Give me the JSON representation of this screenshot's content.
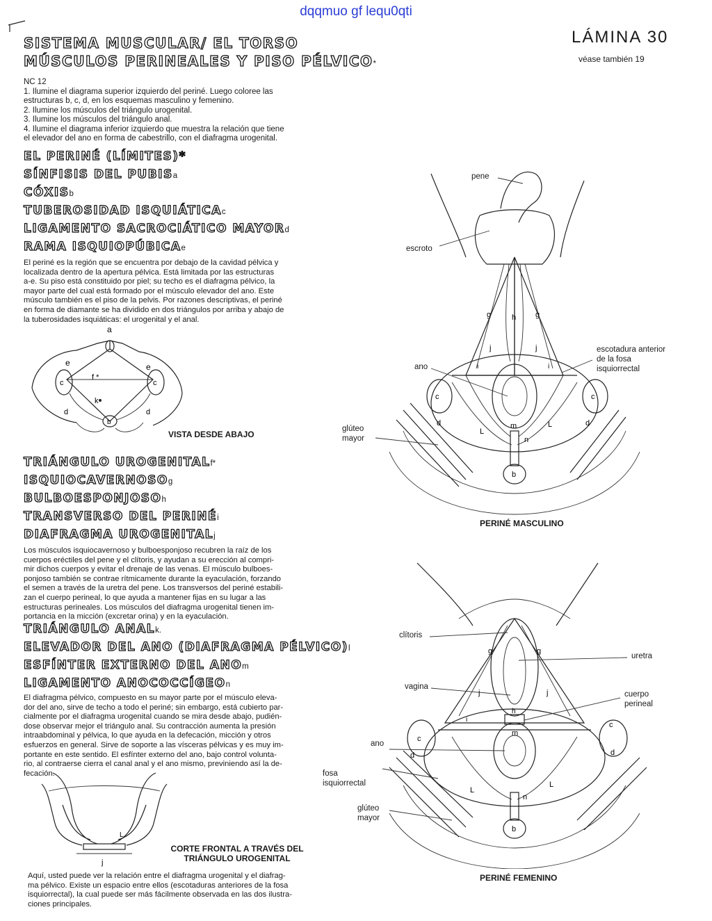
{
  "watermark": "dqqmuo gf lequ0qti",
  "header": {
    "title_line1": "SISTEMA MUSCULAR/ EL TORSO",
    "title_line2": "MÚSCULOS PERINEALES Y PISO PÉLVICO",
    "title_suffix": "*",
    "plate": "LÁMINA 30",
    "see_also": "véase también 19"
  },
  "instructions": {
    "code": "NC 12",
    "items": [
      "1. Ilumine el diagrama superior izquierdo del periné. Luego coloree las",
      "estructuras b, c, d, en los esquemas masculino y femenino.",
      "2. Ilumine los músculos del triángulo urogenital.",
      "3. Ilumine los músculos del triángulo anal.",
      "4. Ilumine el diagrama inferior izquierdo que muestra la relación que tiene",
      "el elevador del ano en forma de cabestrillo, con el diafragma urogenital."
    ]
  },
  "perine": {
    "title": "EL PERINÉ (LÍMITES)*",
    "items": [
      {
        "label": "SÍNFISIS DEL PUBIS",
        "sub": "a"
      },
      {
        "label": "CÓXIS",
        "sub": "b"
      },
      {
        "label": "TUBEROSIDAD ISQUIÁTICA",
        "sub": "c"
      },
      {
        "label": "LIGAMENTO SACROCIÁTICO MAYOR",
        "sub": "d"
      },
      {
        "label": "RAMA ISQUIOPÚBICA",
        "sub": "e"
      }
    ],
    "text": [
      "El periné es la región que se encuentra por debajo de la cavidad pélvica y",
      "localizada dentro de la apertura pélvica. Está limitada por las estructuras",
      "a-e. Su piso está constituido por piel; su techo es el diafragma pélvico, la",
      "mayor parte del cual está formado por el músculo elevador del ano. Este",
      "músculo también es el piso de la pelvis. Por razones descriptivas, el periné",
      "en forma de diamante se ha dividido en dos triángulos por arriba y abajo de",
      "la tuberosidades isquiáticas: el urogenital y el anal."
    ],
    "diagram_caption": "VISTA DESDE ABAJO",
    "diagram_labels": {
      "a": "a",
      "b": "b",
      "c": "c",
      "d": "d",
      "e": "e",
      "f": "f *",
      "k": "k"
    }
  },
  "urogenital": {
    "title": "TRIÁNGULO UROGENITAL",
    "title_sub": "f*",
    "items": [
      {
        "label": "ISQUIOCAVERNOSO",
        "sub": "g"
      },
      {
        "label": "BULBOESPONJOSO",
        "sub": "h"
      },
      {
        "label": "TRANSVERSO DEL PERINÉ",
        "sub": "i"
      },
      {
        "label": "DIAFRAGMA UROGENITAL",
        "sub": "j"
      }
    ],
    "text": [
      "Los músculos isquiocavernoso y bulboesponjoso recubren la raíz de los",
      "cuerpos eréctiles del pene y el clítoris, y ayudan a su erección al compri-",
      "mir dichos cuerpos y evitar el drenaje de las venas. El músculo bulboes-",
      "ponjoso también se contrae rítmicamente durante la eyaculación, forzando",
      "el semen a través de la uretra del pene. Los transversos del periné estabili-",
      "zan el cuerpo perineal, lo que ayuda a mantener fijas en su lugar a las",
      "estructuras perineales. Los músculos del diafragma urogenital tienen im-",
      "portancia en la micción (excretar orina) y en la eyaculación."
    ]
  },
  "anal": {
    "title": "TRIÁNGULO ANAL",
    "title_sub": "k.",
    "items": [
      {
        "label": "ELEVADOR DEL ANO (DIAFRAGMA PÉLVICO)",
        "sub": "l"
      },
      {
        "label": "ESFÍNTER EXTERNO DEL ANO",
        "sub": "m"
      },
      {
        "label": "LIGAMENTO ANOCOCCÍGEO",
        "sub": "n"
      }
    ],
    "text": [
      "El diafragma pélvico, compuesto en su mayor parte por el músculo eleva-",
      "dor del ano, sirve de techo a todo el periné; sin embargo, está cubierto par-",
      "cialmente por el diafragma urogenital cuando se mira desde abajo, pudién-",
      "dose observar mejor el triángulo anal. Su contracción aumenta la presión",
      "intraabdominal y pélvica, lo que ayuda en la defecación, micción y otros",
      "esfuerzos en general. Sirve de soporte a las vísceras pélvicas y es muy im-",
      "portante en este sentido. El esfínter externo del ano, bajo control volunta-",
      "rio, al contraerse cierra el canal anal y el ano mismo, previniendo así la de-",
      "fecación."
    ]
  },
  "frontal": {
    "caption_line1": "CORTE FRONTAL A TRAVÉS DEL",
    "caption_line2": "TRIÁNGULO UROGENITAL",
    "labels": {
      "l": "L",
      "j": "j"
    },
    "text": [
      "Aquí, usted puede ver la relación entre el diafragma urogenital y el diafrag-",
      "ma pélvico. Existe un espacio entre ellos (escotaduras anteriores de la fosa",
      "isquiorrectal), la cual puede ser más fácilmente observada en las dos ilustra-",
      "ciones principales."
    ]
  },
  "male": {
    "caption": "PERINÉ MASCULINO",
    "labels": {
      "pene": "pene",
      "escroto": "escroto",
      "ano": "ano",
      "gluteo": "glúteo\nmayor",
      "escotadura": "escotadura anterior\nde la fosa\nisquiorrectal"
    },
    "letters": [
      "g",
      "h",
      "g",
      "j",
      "j",
      "i",
      "i",
      "c",
      "c",
      "d",
      "d",
      "m",
      "L",
      "L",
      "n",
      "b"
    ]
  },
  "female": {
    "caption": "PERINÉ FEMENINO",
    "labels": {
      "clitoris": "clítoris",
      "uretra": "uretra",
      "vagina": "vagina",
      "cuerpo": "cuerpo\nperineal",
      "ano": "ano",
      "fosa": "fosa\nisquiorrectal",
      "gluteo": "glúteo\nmayor"
    },
    "letters": [
      "g",
      "g",
      "h",
      "j",
      "j",
      "i",
      "c",
      "c",
      "d",
      "d",
      "m",
      "L",
      "L",
      "n",
      "b"
    ]
  }
}
